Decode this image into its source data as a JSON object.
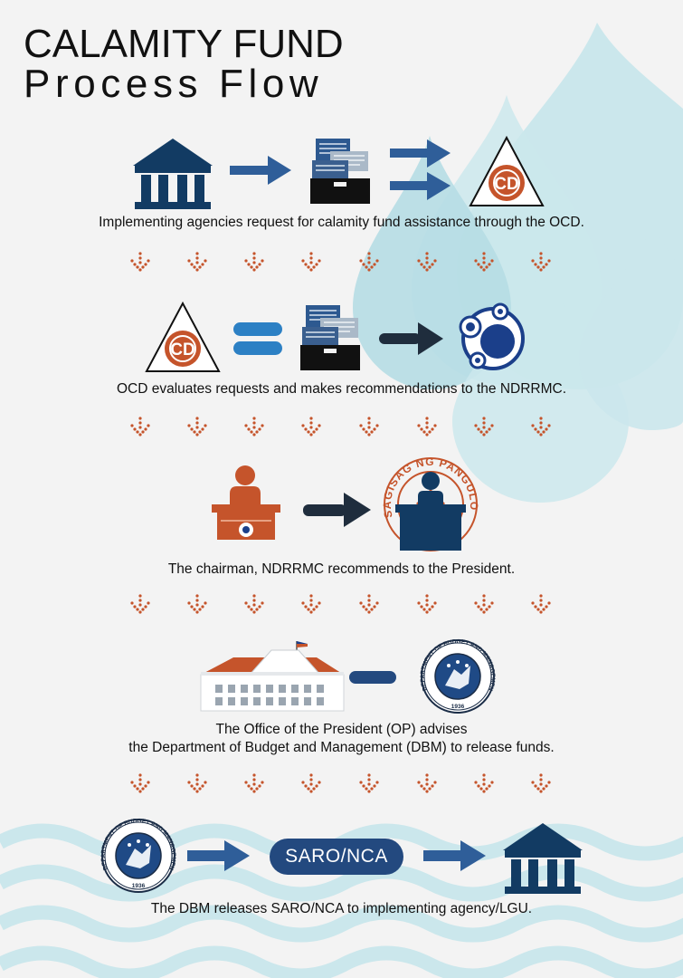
{
  "title": {
    "line1": "CALAMITY FUND",
    "line2": "Process Flow"
  },
  "steps": [
    {
      "caption": "Implementing agencies request for calamity fund assistance through the OCD."
    },
    {
      "caption": "OCD evaluates requests and makes recommendations to the NDRRMC."
    },
    {
      "caption": "The chairman, NDRRMC recommends to the President."
    },
    {
      "caption_line1": "The Office of the President (OP) advises",
      "caption_line2": "the Department of Budget and Management (DBM) to release funds."
    },
    {
      "caption": "The DBM releases SARO/NCA to implementing agency/LGU.",
      "badge": "SARO/NCA"
    }
  ],
  "seals": {
    "ocd": "CD",
    "president_ring": "SAGISAG NG PANGULO NG PILIPINAS",
    "dbm_ring": "DEPARTMENT OF BUDGET AND MANAGEMENT",
    "dbm_year": "1936"
  },
  "colors": {
    "navy": "#123b63",
    "blue": "#2f5e99",
    "orange": "#c5542b",
    "drop": "#cbe7ec",
    "drop_dark": "#b6dde4",
    "dark": "#1f2d3d"
  },
  "icons": [
    "bank-icon",
    "document-tray-icon",
    "ocd-logo-icon",
    "ndrrmc-logo-icon",
    "official-at-desk-icon",
    "president-seal-icon",
    "malacanang-palace-icon",
    "dbm-seal-icon",
    "down-arrow-icon",
    "right-arrow-icon",
    "water-drop-icon",
    "wave-icon"
  ]
}
